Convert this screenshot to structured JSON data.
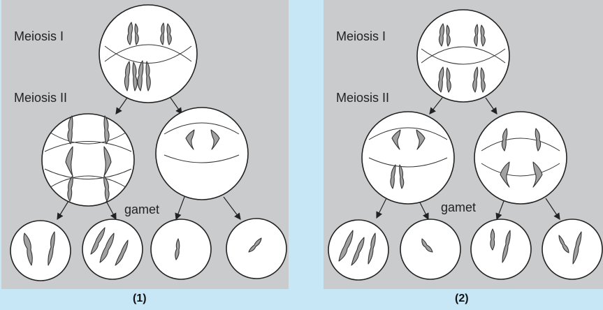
{
  "panel_1": {
    "meiosis_1_label": "Meiosis I",
    "meiosis_2_label": "Meiosis II",
    "gamet_label": "gamet",
    "caption": "(1)"
  },
  "panel_2": {
    "meiosis_1_label": "Meiosis I",
    "meiosis_2_label": "Meiosis II",
    "gamet_label": "gamet",
    "caption": "(2)"
  },
  "colors": {
    "background": "#c7e7f7",
    "panel": "#cacbcd",
    "cell_fill": "#ffffff",
    "chromosome_fill": "#a2a2a2"
  }
}
